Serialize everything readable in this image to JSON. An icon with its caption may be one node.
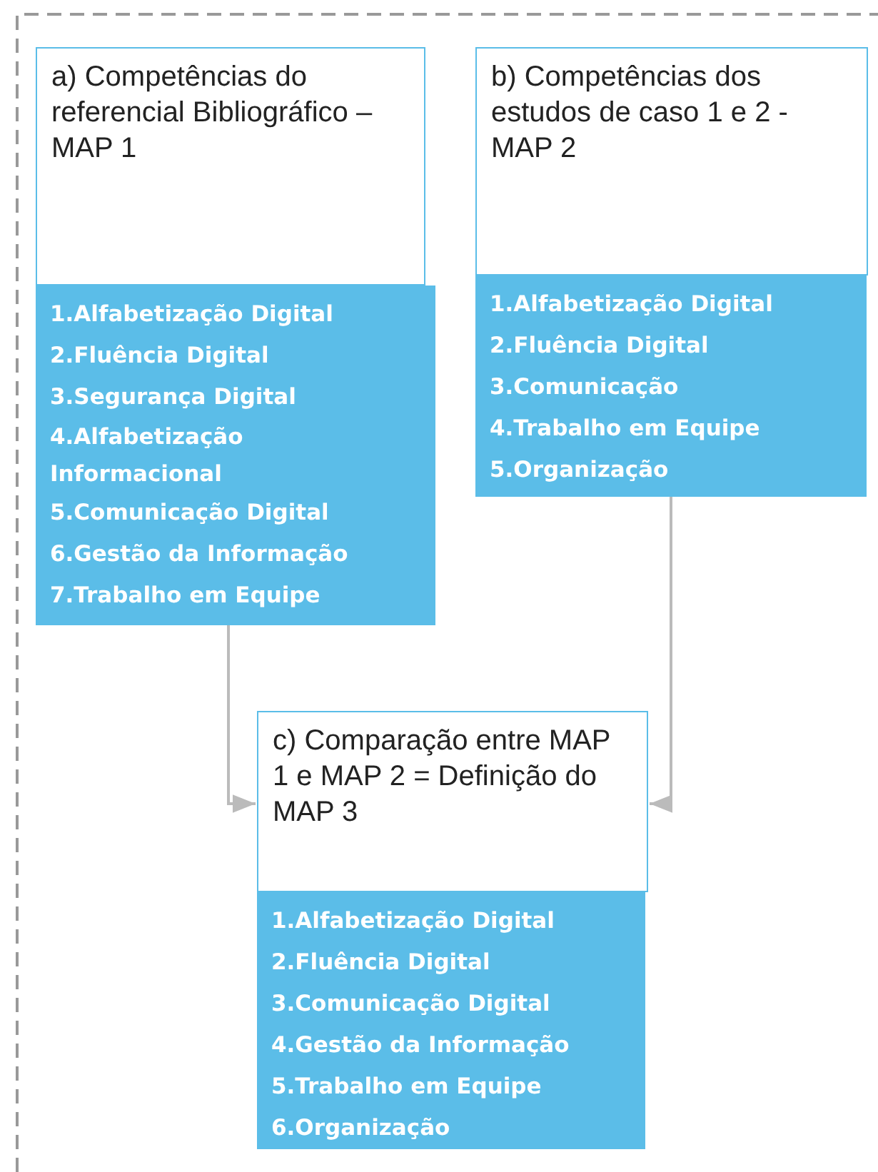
{
  "diagram": {
    "nodes": [
      {
        "text": [
          "a) Competências do referencial Bibliográfico – MAP 1"
        ]
      },
      {
        "text": [
          "1.Alfabetização Digital",
          "2.Fluência Digital",
          "3.Segurança Digital",
          "4.Alfabetização Informacional",
          "5.Comunicação Digital",
          "6.Gestão da Informação",
          "7.Trabalho em Equipe"
        ]
      },
      {
        "text": [
          "b) Competências dos estudos de caso 1 e 2 - MAP 2"
        ]
      },
      {
        "text": [
          "1.Alfabetização Digital",
          "2.Fluência Digital",
          "3.Comunicação",
          "4.Trabalho em Equipe",
          "5.Organização"
        ]
      },
      {
        "text": [
          "c) Comparação entre MAP 1 e MAP 2 = Definição do MAP 3"
        ]
      },
      {
        "text": [
          "1.Alfabetização Digital",
          "2.Fluência Digital",
          "3.Comunicação Digital",
          "4.Gestão da Informação",
          "5.Trabalho em Equipe",
          "6.Organização"
        ]
      }
    ],
    "edges": [
      {
        "from": 1,
        "to": 4,
        "arrow": "to"
      },
      {
        "from": 3,
        "to": 4,
        "arrow": "to"
      }
    ]
  }
}
